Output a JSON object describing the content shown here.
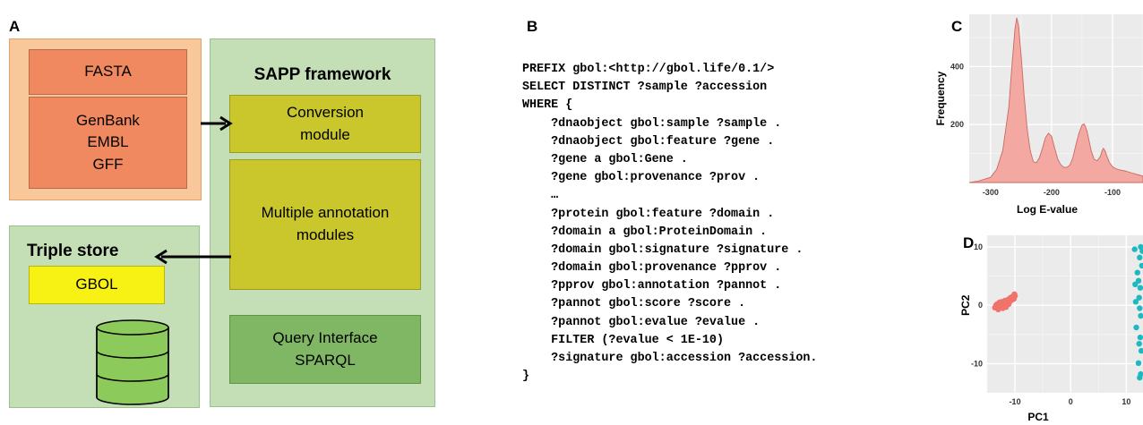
{
  "panels": {
    "a": "A",
    "b": "B",
    "c": "C",
    "d": "D"
  },
  "panel_a": {
    "input_formats": {
      "fasta": "FASTA",
      "others": [
        "GenBank",
        "EMBL",
        "GFF"
      ]
    },
    "sapp": {
      "title": "SAPP framework",
      "conversion": [
        "Conversion",
        "module"
      ],
      "annotation": [
        "Multiple annotation",
        "modules"
      ],
      "query": [
        "Query Interface",
        "SPARQL"
      ]
    },
    "triple_store": {
      "title": "Triple store",
      "gbol": "GBOL"
    },
    "colors": {
      "input_bg": "#f8c79a",
      "input_box": "#f0895f",
      "framework_bg": "#c4dfb6",
      "module_box": "#c9c72c",
      "query_box": "#7fb764",
      "gbol_box": "#f7f214",
      "database": "#8dca5c"
    }
  },
  "panel_b": {
    "code_lines": [
      "PREFIX gbol:<http://gbol.life/0.1/>",
      "SELECT DISTINCT ?sample ?accession",
      "WHERE {",
      "    ?dnaobject gbol:sample ?sample .",
      "    ?dnaobject gbol:feature ?gene .",
      "    ?gene a gbol:Gene .",
      "    ?gene gbol:provenance ?prov .",
      "    …",
      "    ?protein gbol:feature ?domain .",
      "    ?domain a gbol:ProteinDomain .",
      "    ?domain gbol:signature ?signature .",
      "    ?domain gbol:provenance ?pprov .",
      "    ?pprov gbol:annotation ?pannot .",
      "    ?pannot gbol:score ?score .",
      "    ?pannot gbol:evalue ?evalue .",
      "    FILTER (?evalue < 1E-10)",
      "    ?signature gbol:accession ?accession.",
      "}"
    ]
  },
  "chart_data": [
    {
      "type": "area",
      "xlabel": "Log E-value",
      "ylabel": "Frequency",
      "x_ticks": [
        "-300",
        "-200",
        "-100"
      ],
      "y_ticks": [
        "200",
        "400"
      ],
      "xlim": [
        -335,
        -50
      ],
      "ylim": [
        0,
        580
      ],
      "grid": true,
      "color": "#f4a8a2",
      "x": [
        -335,
        -320,
        -300,
        -290,
        -280,
        -270,
        -265,
        -260,
        -257,
        -254,
        -250,
        -245,
        -240,
        -235,
        -230,
        -225,
        -220,
        -215,
        -210,
        -205,
        -200,
        -195,
        -190,
        -185,
        -180,
        -175,
        -170,
        -165,
        -160,
        -155,
        -150,
        -147,
        -145,
        -142,
        -140,
        -135,
        -130,
        -125,
        -120,
        -117,
        -115,
        -112,
        -110,
        -105,
        -100,
        -95,
        -90,
        -80,
        -70,
        -60,
        -50
      ],
      "y": [
        0,
        5,
        18,
        45,
        110,
        260,
        400,
        530,
        568,
        540,
        440,
        300,
        185,
        110,
        72,
        68,
        85,
        118,
        155,
        170,
        160,
        120,
        82,
        62,
        52,
        52,
        60,
        85,
        130,
        170,
        198,
        202,
        196,
        178,
        160,
        110,
        80,
        75,
        90,
        110,
        118,
        108,
        95,
        68,
        55,
        48,
        44,
        40,
        34,
        28,
        22
      ]
    },
    {
      "type": "scatter",
      "xlabel": "PC1",
      "ylabel": "PC2",
      "x_ticks": [
        "-10",
        "0",
        "10"
      ],
      "y_ticks": [
        "10",
        "0",
        "-10"
      ],
      "xlim": [
        -15,
        13
      ],
      "ylim": [
        -15,
        12
      ],
      "grid": true,
      "series": [
        {
          "color": "#f0736b",
          "points": [
            [
              -13.6,
              -0.4
            ],
            [
              -13.2,
              0.2
            ],
            [
              -13.0,
              -0.7
            ],
            [
              -12.8,
              0.5
            ],
            [
              -12.6,
              -0.2
            ],
            [
              -12.4,
              0.6
            ],
            [
              -12.2,
              -0.5
            ],
            [
              -12.0,
              0.1
            ],
            [
              -11.8,
              0.8
            ],
            [
              -11.6,
              -0.3
            ],
            [
              -11.4,
              0.4
            ],
            [
              -11.2,
              1.0
            ],
            [
              -11.0,
              0.6
            ],
            [
              -10.8,
              1.3
            ],
            [
              -10.6,
              0.9
            ],
            [
              -10.4,
              1.5
            ],
            [
              -10.2,
              1.1
            ],
            [
              -10.0,
              1.6
            ],
            [
              -13.4,
              0.0
            ],
            [
              -12.9,
              -0.1
            ],
            [
              -12.3,
              0.3
            ],
            [
              -11.7,
              0.5
            ],
            [
              -11.1,
              0.2
            ],
            [
              -10.5,
              1.2
            ],
            [
              -10.1,
              1.9
            ]
          ]
        },
        {
          "color": "#1fb8c1",
          "points": [
            [
              12.6,
              10.0
            ],
            [
              12.9,
              9.3
            ],
            [
              12.4,
              8.2
            ],
            [
              12.8,
              6.8
            ],
            [
              12.2,
              4.2
            ],
            [
              11.6,
              3.6
            ],
            [
              12.5,
              3.0
            ],
            [
              12.3,
              1.3
            ],
            [
              11.7,
              0.6
            ],
            [
              12.4,
              -0.5
            ],
            [
              12.6,
              -1.8
            ],
            [
              11.8,
              -3.8
            ],
            [
              12.5,
              -5.5
            ],
            [
              12.3,
              -6.6
            ],
            [
              12.7,
              -7.8
            ],
            [
              12.2,
              -9.9
            ],
            [
              12.6,
              -11.8
            ],
            [
              12.4,
              -12.4
            ],
            [
              11.5,
              9.6
            ],
            [
              12.0,
              5.6
            ]
          ]
        }
      ]
    }
  ]
}
